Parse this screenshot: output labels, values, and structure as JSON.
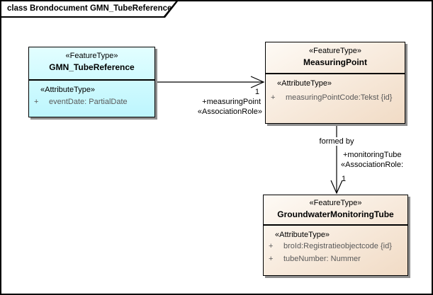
{
  "diagram": {
    "tab_title": "class Brondocument GMN_TubeReference"
  },
  "classes": [
    {
      "stereotype": "«FeatureType»",
      "name": "GMN_TubeReference",
      "compartment_stereotype": "«AttributeType»",
      "attributes": [
        {
          "visibility": "+",
          "signature": "eventDate: PartialDate"
        }
      ]
    },
    {
      "stereotype": "«FeatureType»",
      "name": "MeasuringPoint",
      "compartment_stereotype": "«AttributeType»",
      "attributes": [
        {
          "visibility": "+",
          "signature": "measuringPointCode:Tekst {id}"
        }
      ]
    },
    {
      "stereotype": "«FeatureType»",
      "name": "GroundwaterMonitoringTube",
      "compartment_stereotype": "«AttributeType»",
      "attributes": [
        {
          "visibility": "+",
          "signature": "broId:Registratieobjectcode {id}"
        },
        {
          "visibility": "+",
          "signature": "tubeNumber: Nummer"
        }
      ]
    }
  ],
  "connectors": [
    {
      "source": "GMN_TubeReference",
      "target": "MeasuringPoint",
      "target_multiplicity": "1",
      "target_role": "+measuringPoint",
      "target_role_stereotype": "«AssociationRole»"
    },
    {
      "source": "MeasuringPoint",
      "target": "GroundwaterMonitoringTube",
      "name": "formed by",
      "target_multiplicity": "1",
      "target_role": "+monitoringTube",
      "target_role_stereotype": "«AssociationRole:"
    }
  ],
  "colors": {
    "class_cyan_fill_top": "#E2FEFF",
    "class_cyan_fill_bottom": "#BDF6FE",
    "class_orange_fill_top": "#FEFAF5",
    "class_orange_fill_bottom": "#F1DBC5",
    "box_border": "#000000",
    "attribute_text": "#595959",
    "box_shadow": "#8F8F8F",
    "background": "#FFFFFF"
  }
}
